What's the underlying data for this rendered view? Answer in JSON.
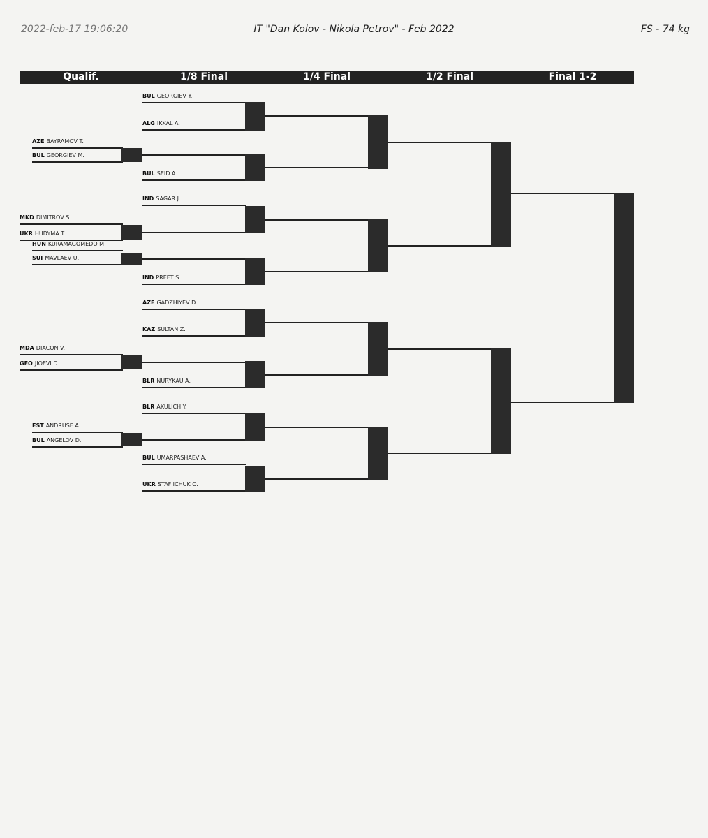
{
  "header": {
    "timestamp": "2022-feb-17 19:06:20",
    "event": "IT \"Dan Kolov - Nikola Petrov\" - Feb 2022",
    "category": "FS - 74 kg"
  },
  "rounds": [
    "Qualif.",
    "1/8 Final",
    "1/4 Final",
    "1/2 Final",
    "Final 1-2"
  ],
  "qualification": [
    {
      "country": "AZE",
      "name": "BAYRAMOV T."
    },
    {
      "country": "BUL",
      "name": "GEORGIEV M."
    },
    {
      "country": "MKD",
      "name": "DIMITROV S."
    },
    {
      "country": "UKR",
      "name": "HUDYMA T."
    },
    {
      "country": "HUN",
      "name": "KURAMAGOMEDO M."
    },
    {
      "country": "SUI",
      "name": "MAVLAEV U."
    },
    {
      "country": "MDA",
      "name": "DIACON V."
    },
    {
      "country": "GEO",
      "name": "JIOEVI D."
    },
    {
      "country": "EST",
      "name": "ANDRUSE A."
    },
    {
      "country": "BUL",
      "name": "ANGELOV D."
    }
  ],
  "round_of_16": [
    {
      "country": "BUL",
      "name": "GEORGIEV Y."
    },
    {
      "country": "ALG",
      "name": "IKKAL A."
    },
    {
      "country": "BUL",
      "name": "SEID A."
    },
    {
      "country": "IND",
      "name": "SAGAR J."
    },
    {
      "country": "IND",
      "name": "PREET S."
    },
    {
      "country": "AZE",
      "name": "GADZHIYEV D."
    },
    {
      "country": "KAZ",
      "name": "SULTAN Z."
    },
    {
      "country": "BLR",
      "name": "NURYKAU A."
    },
    {
      "country": "BLR",
      "name": "AKULICH Y."
    },
    {
      "country": "BUL",
      "name": "UMARPASHAEV A."
    },
    {
      "country": "UKR",
      "name": "STAFIICHUK O."
    }
  ]
}
